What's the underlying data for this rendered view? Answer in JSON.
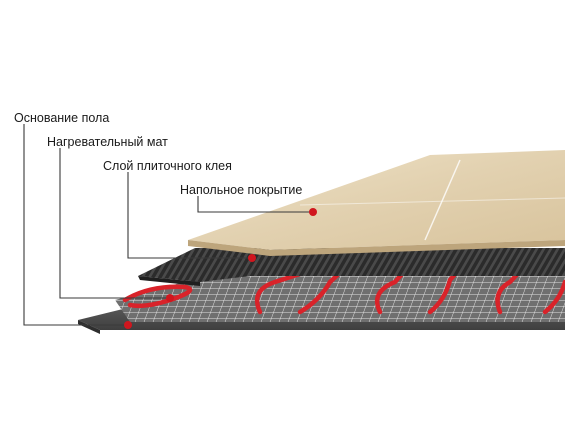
{
  "labels": {
    "subfloor": "Основание пола",
    "heating_mat": "Нагревательный мат",
    "tile_adhesive": "Слой плиточного клея",
    "floor_covering": "Напольное покрытие"
  },
  "colors": {
    "marker": "#d0161e",
    "leader": "#3a3a3a",
    "tile": "#e3d3b4",
    "adhesive": "#2e2e2e",
    "base": "#5a5a5a",
    "cable": "#d9232a",
    "mesh": "#f4f4f4"
  }
}
